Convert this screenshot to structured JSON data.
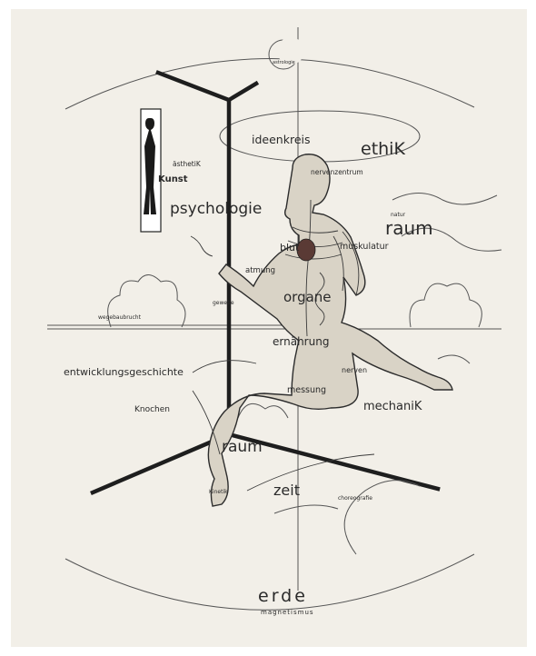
{
  "labels": {
    "astrologie": "astrologie",
    "ideenkreis": "ideenkreis",
    "ethik": "ethiK",
    "asthetik": "ästhetiK",
    "kunst": "Kunst",
    "nervenzentrum": "nervenzentrum",
    "psychologie": "psychologie",
    "natur": "natur",
    "raum_top": "raum",
    "blut": "blut",
    "muskulatur": "muskulatur",
    "atmung": "atmung",
    "organe": "organe",
    "gewebe": "gewebe",
    "wegebaubrucht": "wegebaubrucht",
    "ernahrung": "ernährung",
    "entwicklungsgeschichte": "entwicklungsgeschichte",
    "nerven": "nerven",
    "messung": "messung",
    "mechanik": "mechaniK",
    "knochen": "Knochen",
    "raum_bottom": "raum",
    "kinetik": "Kinetik",
    "zeit": "zeit",
    "choreografie": "choreografie",
    "erde": "erde",
    "magnetismus": "magnetismus"
  }
}
